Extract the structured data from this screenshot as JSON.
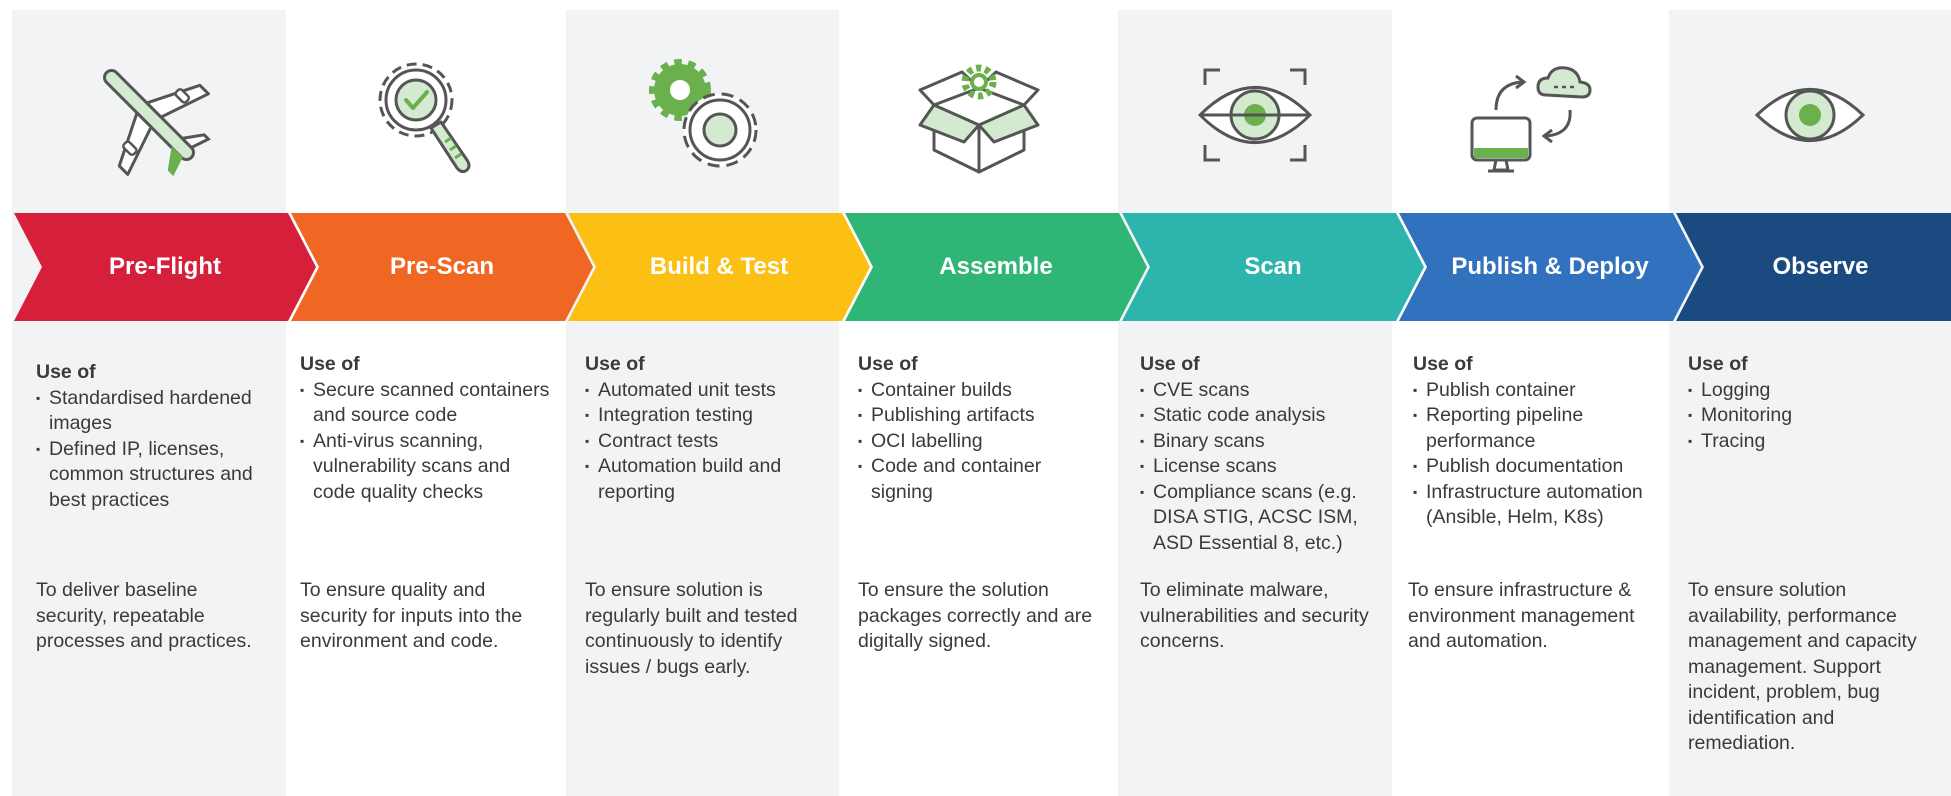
{
  "colors": {
    "column_bg": "#f2f3f5",
    "icon_green": "#6ab04c",
    "icon_light_green": "#d4ead0",
    "icon_outline": "#555555"
  },
  "stages": [
    {
      "label": "Pre-Flight",
      "color": "#d61f3a",
      "icon": "airplane-icon",
      "use_of": "Use of",
      "items": [
        "Standardised hardened images",
        "Defined IP,  licenses, common structures and best practices"
      ],
      "purpose": "To deliver baseline security, repeatable processes and practices."
    },
    {
      "label": "Pre-Scan",
      "color": "#f06724",
      "icon": "gear-magnifier-icon",
      "use_of": "Use of",
      "items": [
        "Secure scanned containers and source code",
        "Anti-virus scanning, vulnerability scans and code quality checks"
      ],
      "purpose": "To ensure quality and security for inputs into the environment and code."
    },
    {
      "label": "Build & Test",
      "color": "#fcbf13",
      "icon": "gears-icon",
      "use_of": "Use of",
      "items": [
        "Automated unit tests",
        "Integration testing",
        "Contract tests",
        "Automation build and reporting"
      ],
      "purpose": "To ensure solution is regularly built and tested continuously to identify issues / bugs early."
    },
    {
      "label": "Assemble",
      "color": "#2fb575",
      "icon": "box-gear-icon",
      "use_of": "Use of",
      "items": [
        "Container builds",
        "Publishing artifacts",
        "OCI labelling",
        "Code and container signing"
      ],
      "purpose": "To ensure the solution packages correctly and are digitally signed."
    },
    {
      "label": "Scan",
      "color": "#2db5ad",
      "icon": "eye-scan-icon",
      "use_of": "Use of",
      "items": [
        "CVE scans",
        "Static code analysis",
        "Binary scans",
        "License scans",
        "Compliance scans (e.g. DISA STIG, ACSC ISM, ASD Essential 8, etc.)"
      ],
      "purpose": "To eliminate malware, vulnerabilities and security concerns."
    },
    {
      "label": "Publish & Deploy",
      "color": "#3271be",
      "icon": "cloud-deploy-icon",
      "use_of": "Use of",
      "items": [
        "Publish container",
        "Reporting pipeline performance",
        "Publish documentation",
        "Infrastructure automation (Ansible, Helm, K8s)"
      ],
      "purpose": "To ensure infrastructure & environment management and automation."
    },
    {
      "label": "Observe",
      "color": "#1a4a80",
      "icon": "eye-icon",
      "use_of": "Use of",
      "items": [
        "Logging",
        "Monitoring",
        "Tracing"
      ],
      "purpose": "To ensure solution availability, performance management and capacity management. Support incident, problem, bug identification and remediation."
    }
  ]
}
